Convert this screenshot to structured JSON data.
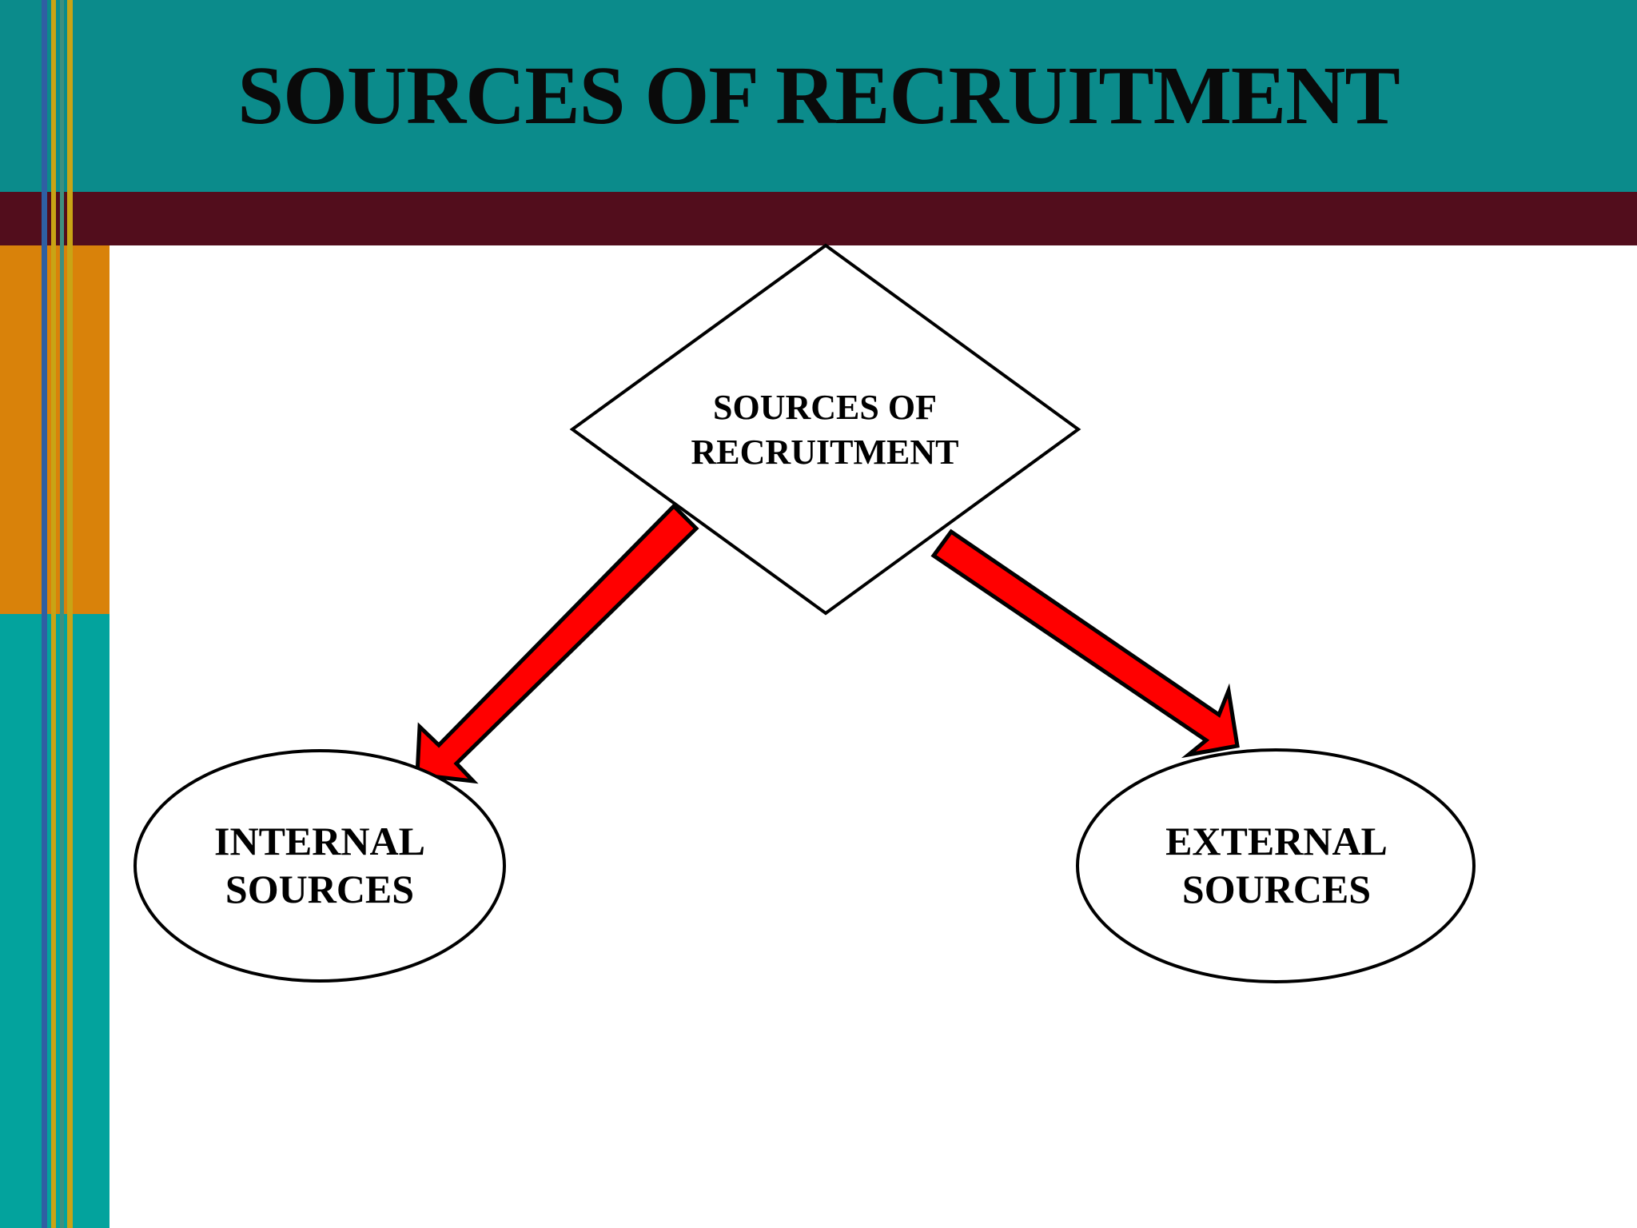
{
  "slide": {
    "title": "SOURCES OF RECRUITMENT",
    "colors": {
      "header": "#0b8b8b",
      "band": "#520d1c",
      "side_orange": "#d9820a",
      "side_teal": "#03a39d",
      "arrow_fill": "#ff0000",
      "arrow_stroke": "#000000"
    }
  },
  "diagram": {
    "root": {
      "line1": "SOURCES OF",
      "line2": "RECRUITMENT"
    },
    "left_node": {
      "line1": "INTERNAL",
      "line2": "SOURCES"
    },
    "right_node": {
      "line1": "EXTERNAL",
      "line2": "SOURCES"
    }
  }
}
